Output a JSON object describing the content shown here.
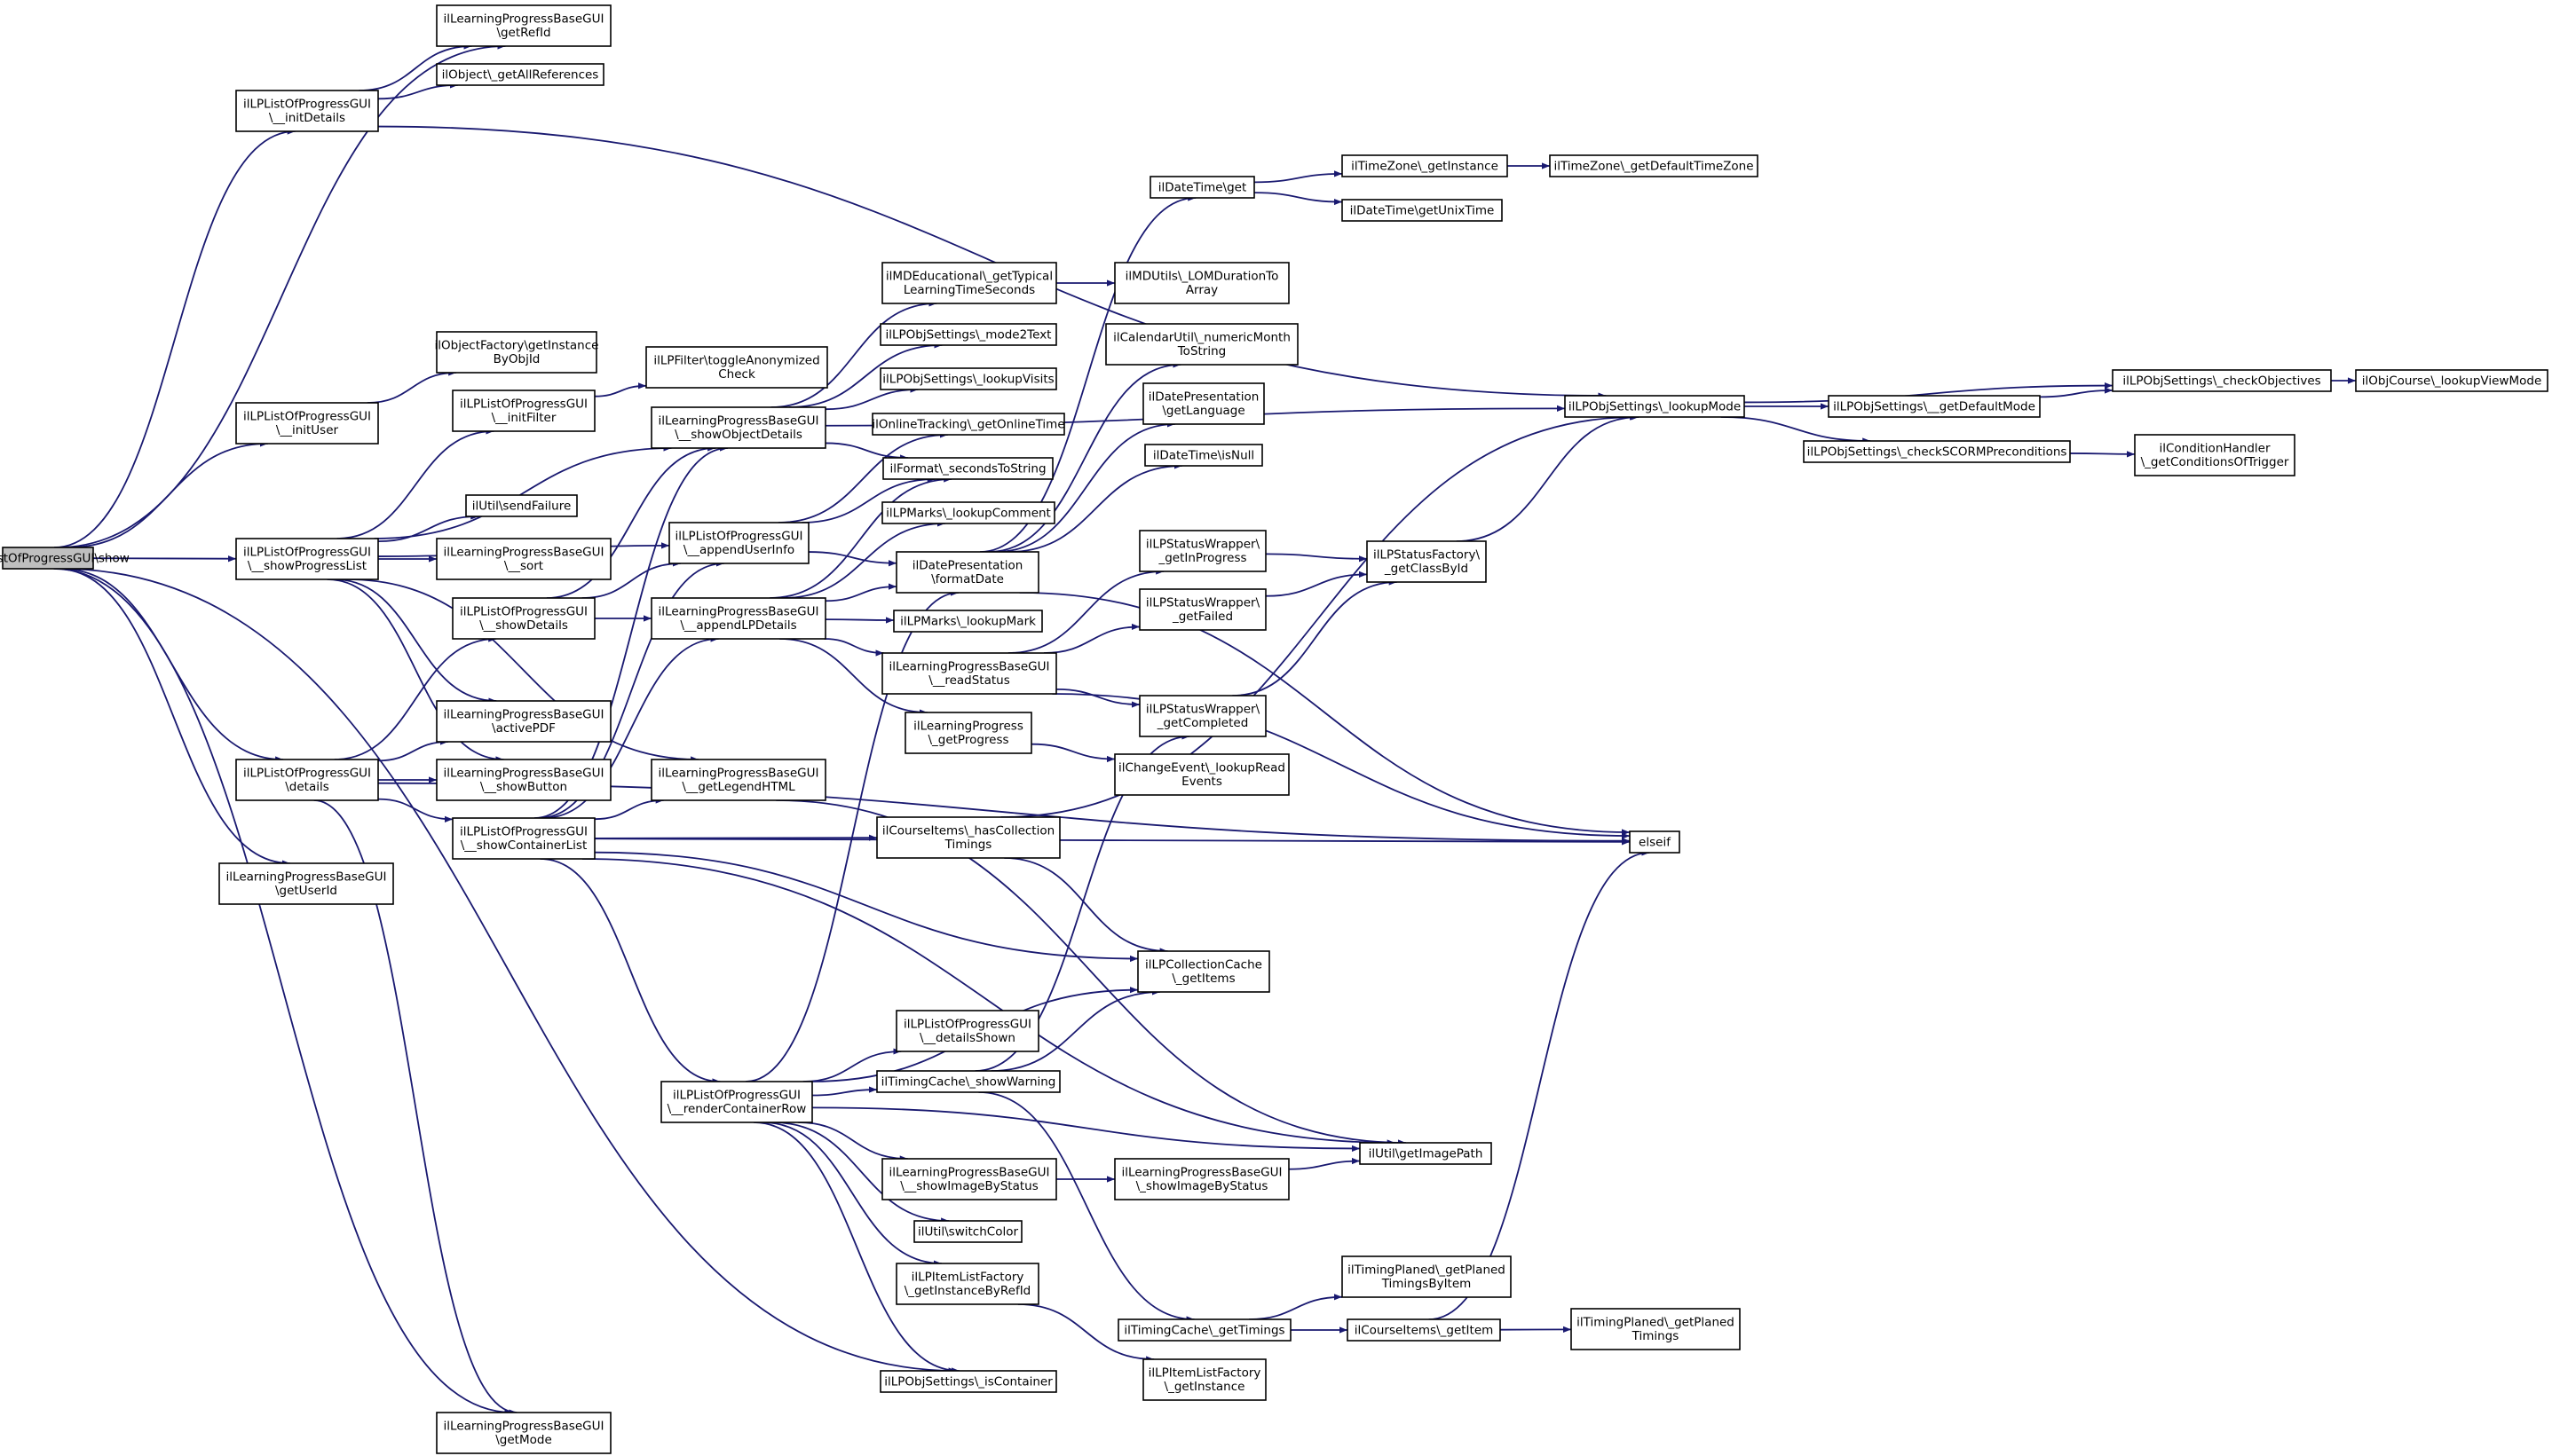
{
  "graph": {
    "root": "show",
    "nodes": [
      {
        "id": "show",
        "lines": [
          "ilLPListOfProgressGUI\\show"
        ],
        "root": true
      },
      {
        "id": "initDetails",
        "lines": [
          "ilLPListOfProgressGUI",
          "\\__initDetails"
        ]
      },
      {
        "id": "initUser",
        "lines": [
          "ilLPListOfProgressGUI",
          "\\__initUser"
        ]
      },
      {
        "id": "showProgressList",
        "lines": [
          "ilLPListOfProgressGUI",
          "\\__showProgressList"
        ]
      },
      {
        "id": "details",
        "lines": [
          "ilLPListOfProgressGUI",
          "\\details"
        ]
      },
      {
        "id": "getUserId",
        "lines": [
          "ilLearningProgressBaseGUI",
          "\\getUserId"
        ]
      },
      {
        "id": "getRefId",
        "lines": [
          "ilLearningProgressBaseGUI",
          "\\getRefId"
        ]
      },
      {
        "id": "getAllReferences",
        "lines": [
          "ilObject\\_getAllReferences"
        ]
      },
      {
        "id": "getInstanceByObjId",
        "lines": [
          "ilObjectFactory\\getInstance",
          "ByObjId"
        ]
      },
      {
        "id": "initFilter",
        "lines": [
          "ilLPListOfProgressGUI",
          "\\__initFilter"
        ]
      },
      {
        "id": "sendFailure",
        "lines": [
          "ilUtil\\sendFailure"
        ]
      },
      {
        "id": "sort",
        "lines": [
          "ilLearningProgressBaseGUI",
          "\\__sort"
        ]
      },
      {
        "id": "showDetails",
        "lines": [
          "ilLPListOfProgressGUI",
          "\\__showDetails"
        ]
      },
      {
        "id": "activePDF",
        "lines": [
          "ilLearningProgressBaseGUI",
          "\\activePDF"
        ]
      },
      {
        "id": "showButton",
        "lines": [
          "ilLearningProgressBaseGUI",
          "\\__showButton"
        ]
      },
      {
        "id": "showContainerList",
        "lines": [
          "ilLPListOfProgressGUI",
          "\\__showContainerList"
        ]
      },
      {
        "id": "renderContainerRow",
        "lines": [
          "ilLPListOfProgressGUI",
          "\\__renderContainerRow"
        ]
      },
      {
        "id": "getMode",
        "lines": [
          "ilLearningProgressBaseGUI",
          "\\getMode"
        ]
      },
      {
        "id": "toggleAnon",
        "lines": [
          "ilLPFilter\\toggleAnonymized",
          "Check"
        ]
      },
      {
        "id": "showObjectDetails",
        "lines": [
          "ilLearningProgressBaseGUI",
          "\\__showObjectDetails"
        ]
      },
      {
        "id": "appendUserInfo",
        "lines": [
          "ilLPListOfProgressGUI",
          "\\__appendUserInfo"
        ]
      },
      {
        "id": "appendLPDetails",
        "lines": [
          "ilLearningProgressBaseGUI",
          "\\__appendLPDetails"
        ]
      },
      {
        "id": "getLegendHTML",
        "lines": [
          "ilLearningProgressBaseGUI",
          "\\__getLegendHTML"
        ]
      },
      {
        "id": "getTypicalLT",
        "lines": [
          "ilMDEducational\\_getTypical",
          "LearningTimeSeconds"
        ]
      },
      {
        "id": "mode2Text",
        "lines": [
          "ilLPObjSettings\\_mode2Text"
        ]
      },
      {
        "id": "lookupVisits",
        "lines": [
          "ilLPObjSettings\\_lookupVisits"
        ]
      },
      {
        "id": "getOnlineTime",
        "lines": [
          "ilOnlineTracking\\_getOnlineTime"
        ]
      },
      {
        "id": "secondsToString",
        "lines": [
          "ilFormat\\_secondsToString"
        ]
      },
      {
        "id": "lookupComment",
        "lines": [
          "ilLPMarks\\_lookupComment"
        ]
      },
      {
        "id": "formatDate",
        "lines": [
          "ilDatePresentation",
          "\\formatDate"
        ]
      },
      {
        "id": "lookupMark",
        "lines": [
          "ilLPMarks\\_lookupMark"
        ]
      },
      {
        "id": "readStatus",
        "lines": [
          "ilLearningProgressBaseGUI",
          "\\__readStatus"
        ]
      },
      {
        "id": "getProgress",
        "lines": [
          "ilLearningProgress",
          "\\_getProgress"
        ]
      },
      {
        "id": "hasCollectionTimings",
        "lines": [
          "ilCourseItems\\_hasCollection",
          "Timings"
        ]
      },
      {
        "id": "detailsShown",
        "lines": [
          "ilLPListOfProgressGUI",
          "\\__detailsShown"
        ]
      },
      {
        "id": "showWarning",
        "lines": [
          "ilTimingCache\\_showWarning"
        ]
      },
      {
        "id": "showImageByStatus1",
        "lines": [
          "ilLearningProgressBaseGUI",
          "\\__showImageByStatus"
        ]
      },
      {
        "id": "switchColor",
        "lines": [
          "ilUtil\\switchColor"
        ]
      },
      {
        "id": "getInstanceByRefId",
        "lines": [
          "ilLPItemListFactory",
          "\\_getInstanceByRefId"
        ]
      },
      {
        "id": "isContainer",
        "lines": [
          "ilLPObjSettings\\_isContainer"
        ]
      },
      {
        "id": "dtGet",
        "lines": [
          "ilDateTime\\get"
        ]
      },
      {
        "id": "LOMDuration",
        "lines": [
          "ilMDUtils\\_LOMDurationTo",
          "Array"
        ]
      },
      {
        "id": "numericMonth",
        "lines": [
          "ilCalendarUtil\\_numericMonth",
          "ToString"
        ]
      },
      {
        "id": "getLanguage",
        "lines": [
          "ilDatePresentation",
          "\\getLanguage"
        ]
      },
      {
        "id": "isNull",
        "lines": [
          "ilDateTime\\isNull"
        ]
      },
      {
        "id": "getInProgress",
        "lines": [
          "ilLPStatusWrapper\\",
          "_getInProgress"
        ]
      },
      {
        "id": "getFailed",
        "lines": [
          "ilLPStatusWrapper\\",
          "_getFailed"
        ]
      },
      {
        "id": "getCompleted",
        "lines": [
          "ilLPStatusWrapper\\",
          "_getCompleted"
        ]
      },
      {
        "id": "lookupReadEvents",
        "lines": [
          "ilChangeEvent\\_lookupRead",
          "Events"
        ]
      },
      {
        "id": "collGetItems",
        "lines": [
          "ilLPCollectionCache",
          "\\_getItems"
        ]
      },
      {
        "id": "showImageByStatus2",
        "lines": [
          "ilLearningProgressBaseGUI",
          "\\_showImageByStatus"
        ]
      },
      {
        "id": "getTimings",
        "lines": [
          "ilTimingCache\\_getTimings"
        ]
      },
      {
        "id": "itemListGetInstance",
        "lines": [
          "ilLPItemListFactory",
          "\\_getInstance"
        ]
      },
      {
        "id": "tzGetInstance",
        "lines": [
          "ilTimeZone\\_getInstance"
        ]
      },
      {
        "id": "getUnixTime",
        "lines": [
          "ilDateTime\\getUnixTime"
        ]
      },
      {
        "id": "getClassById",
        "lines": [
          "ilLPStatusFactory\\",
          "_getClassById"
        ]
      },
      {
        "id": "getImagePath",
        "lines": [
          "ilUtil\\getImagePath"
        ]
      },
      {
        "id": "getPlanedTimingsByItem",
        "lines": [
          "ilTimingPlaned\\_getPlaned",
          "TimingsByItem"
        ]
      },
      {
        "id": "courseGetItem",
        "lines": [
          "ilCourseItems\\_getItem"
        ]
      },
      {
        "id": "getDefaultTimeZone",
        "lines": [
          "ilTimeZone\\_getDefaultTimeZone"
        ]
      },
      {
        "id": "lookupMode",
        "lines": [
          "ilLPObjSettings\\_lookupMode"
        ]
      },
      {
        "id": "elseif",
        "lines": [
          "elseif"
        ]
      },
      {
        "id": "getPlanedTimings",
        "lines": [
          "ilTimingPlaned\\_getPlaned",
          "Timings"
        ]
      },
      {
        "id": "getDefaultMode",
        "lines": [
          "ilLPObjSettings\\__getDefaultMode"
        ]
      },
      {
        "id": "checkSCORM",
        "lines": [
          "ilLPObjSettings\\_checkSCORMPreconditions"
        ]
      },
      {
        "id": "checkObjectives",
        "lines": [
          "ilLPObjSettings\\_checkObjectives"
        ]
      },
      {
        "id": "getConditionsOfTrigger",
        "lines": [
          "ilConditionHandler",
          "\\_getConditionsOfTrigger"
        ]
      },
      {
        "id": "lookupViewMode",
        "lines": [
          "ilObjCourse\\_lookupViewMode"
        ]
      }
    ],
    "edges": [
      [
        "show",
        "getRefId"
      ],
      [
        "show",
        "initDetails"
      ],
      [
        "show",
        "initUser"
      ],
      [
        "show",
        "showProgressList"
      ],
      [
        "show",
        "details"
      ],
      [
        "show",
        "getUserId"
      ],
      [
        "show",
        "getMode"
      ],
      [
        "show",
        "isContainer"
      ],
      [
        "initDetails",
        "getRefId"
      ],
      [
        "initDetails",
        "getAllReferences"
      ],
      [
        "initDetails",
        "lookupMode"
      ],
      [
        "initUser",
        "getInstanceByObjId"
      ],
      [
        "showProgressList",
        "initFilter"
      ],
      [
        "showProgressList",
        "appendUserInfo"
      ],
      [
        "showProgressList",
        "sendFailure"
      ],
      [
        "showProgressList",
        "sort"
      ],
      [
        "showProgressList",
        "activePDF"
      ],
      [
        "showProgressList",
        "showButton"
      ],
      [
        "showProgressList",
        "getLegendHTML"
      ],
      [
        "showProgressList",
        "showObjectDetails"
      ],
      [
        "initFilter",
        "toggleAnon"
      ],
      [
        "details",
        "showDetails"
      ],
      [
        "details",
        "activePDF"
      ],
      [
        "details",
        "showButton"
      ],
      [
        "details",
        "showContainerList"
      ],
      [
        "details",
        "getMode"
      ],
      [
        "details",
        "elseif"
      ],
      [
        "showDetails",
        "showObjectDetails"
      ],
      [
        "showDetails",
        "appendUserInfo"
      ],
      [
        "showDetails",
        "appendLPDetails"
      ],
      [
        "showContainerList",
        "showObjectDetails"
      ],
      [
        "showContainerList",
        "appendUserInfo"
      ],
      [
        "showContainerList",
        "appendLPDetails"
      ],
      [
        "showContainerList",
        "getLegendHTML"
      ],
      [
        "showContainerList",
        "hasCollectionTimings"
      ],
      [
        "showContainerList",
        "elseif"
      ],
      [
        "showContainerList",
        "collGetItems"
      ],
      [
        "showContainerList",
        "renderContainerRow"
      ],
      [
        "showContainerList",
        "getImagePath"
      ],
      [
        "showObjectDetails",
        "getTypicalLT"
      ],
      [
        "showObjectDetails",
        "mode2Text"
      ],
      [
        "showObjectDetails",
        "lookupVisits"
      ],
      [
        "showObjectDetails",
        "secondsToString"
      ],
      [
        "showObjectDetails",
        "lookupMode"
      ],
      [
        "appendUserInfo",
        "getOnlineTime"
      ],
      [
        "appendUserInfo",
        "secondsToString"
      ],
      [
        "appendUserInfo",
        "formatDate"
      ],
      [
        "appendLPDetails",
        "lookupComment"
      ],
      [
        "appendLPDetails",
        "formatDate"
      ],
      [
        "appendLPDetails",
        "lookupMark"
      ],
      [
        "appendLPDetails",
        "readStatus"
      ],
      [
        "appendLPDetails",
        "getProgress"
      ],
      [
        "appendLPDetails",
        "secondsToString"
      ],
      [
        "getLegendHTML",
        "getImagePath"
      ],
      [
        "getTypicalLT",
        "LOMDuration"
      ],
      [
        "formatDate",
        "dtGet"
      ],
      [
        "formatDate",
        "numericMonth"
      ],
      [
        "formatDate",
        "getLanguage"
      ],
      [
        "formatDate",
        "isNull"
      ],
      [
        "formatDate",
        "elseif"
      ],
      [
        "readStatus",
        "getInProgress"
      ],
      [
        "readStatus",
        "getFailed"
      ],
      [
        "readStatus",
        "getCompleted"
      ],
      [
        "readStatus",
        "elseif"
      ],
      [
        "getProgress",
        "lookupReadEvents"
      ],
      [
        "hasCollectionTimings",
        "collGetItems"
      ],
      [
        "hasCollectionTimings",
        "lookupMode"
      ],
      [
        "renderContainerRow",
        "formatDate"
      ],
      [
        "renderContainerRow",
        "collGetItems"
      ],
      [
        "renderContainerRow",
        "detailsShown"
      ],
      [
        "renderContainerRow",
        "showWarning"
      ],
      [
        "renderContainerRow",
        "getImagePath"
      ],
      [
        "renderContainerRow",
        "showImageByStatus1"
      ],
      [
        "renderContainerRow",
        "switchColor"
      ],
      [
        "renderContainerRow",
        "getInstanceByRefId"
      ],
      [
        "renderContainerRow",
        "isContainer"
      ],
      [
        "showWarning",
        "collGetItems"
      ],
      [
        "showWarning",
        "getCompleted"
      ],
      [
        "showWarning",
        "getTimings"
      ],
      [
        "showImageByStatus1",
        "showImageByStatus2"
      ],
      [
        "showImageByStatus2",
        "getImagePath"
      ],
      [
        "getInstanceByRefId",
        "itemListGetInstance"
      ],
      [
        "dtGet",
        "tzGetInstance"
      ],
      [
        "dtGet",
        "getUnixTime"
      ],
      [
        "tzGetInstance",
        "getDefaultTimeZone"
      ],
      [
        "getInProgress",
        "getClassById"
      ],
      [
        "getFailed",
        "getClassById"
      ],
      [
        "getCompleted",
        "getClassById"
      ],
      [
        "getClassById",
        "lookupMode"
      ],
      [
        "getTimings",
        "getPlanedTimingsByItem"
      ],
      [
        "getTimings",
        "courseGetItem"
      ],
      [
        "courseGetItem",
        "getPlanedTimings"
      ],
      [
        "courseGetItem",
        "elseif"
      ],
      [
        "lookupMode",
        "checkObjectives"
      ],
      [
        "lookupMode",
        "getDefaultMode"
      ],
      [
        "lookupMode",
        "checkSCORM"
      ],
      [
        "getDefaultMode",
        "checkObjectives"
      ],
      [
        "checkSCORM",
        "getConditionsOfTrigger"
      ],
      [
        "checkObjectives",
        "lookupViewMode"
      ]
    ]
  }
}
